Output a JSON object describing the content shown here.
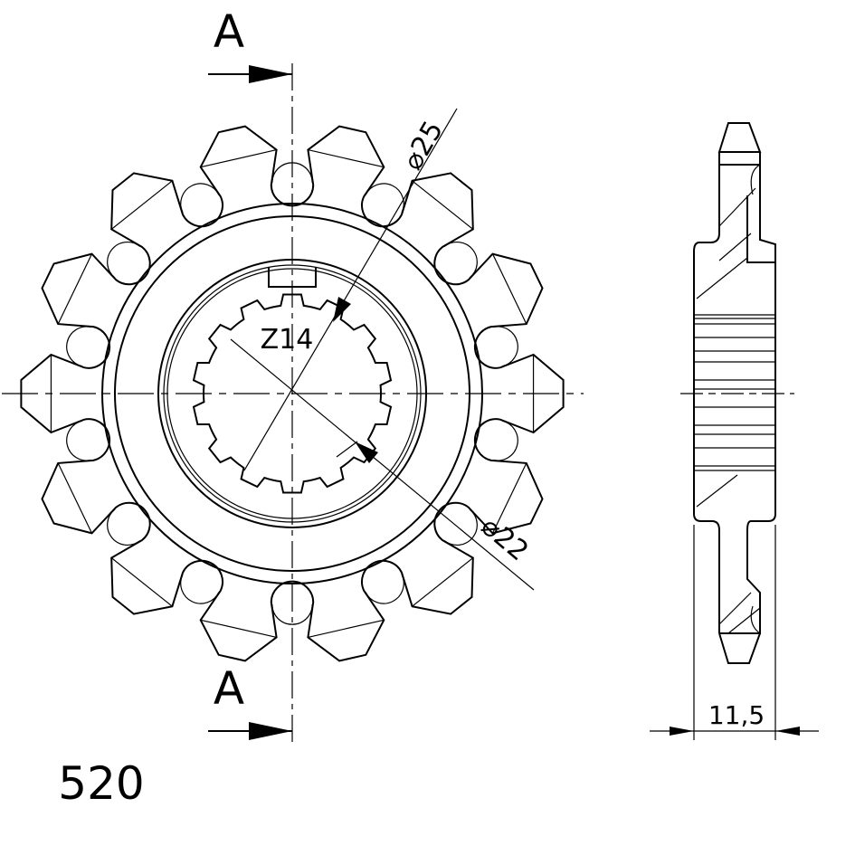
{
  "section_labels": {
    "top": "A",
    "bottom": "A"
  },
  "dimensions": {
    "outer_diameter_label": "⌀25",
    "inner_diameter_label": "⌀22",
    "spline_label": "Z14",
    "width_label": "11,5"
  },
  "chain_pitch_label": "520",
  "sprocket": {
    "teeth": 14,
    "spline_teeth": 14
  },
  "colors": {
    "line": "#000000",
    "background": "#ffffff"
  }
}
